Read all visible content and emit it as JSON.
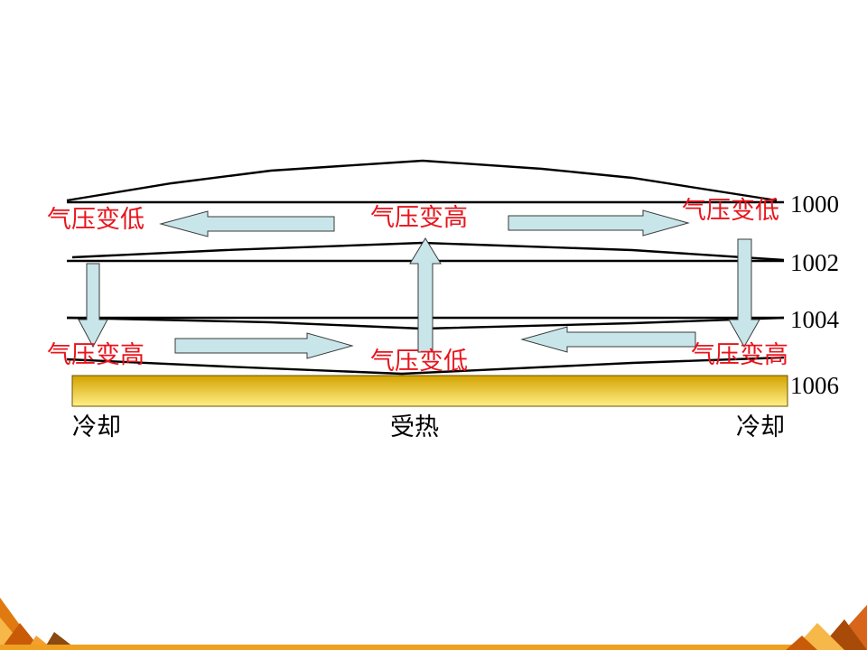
{
  "diagram": {
    "isobars": [
      "1000",
      "1002",
      "1004",
      "1006"
    ],
    "upper_labels": {
      "left": "气压变低",
      "center": "气压变高",
      "right": "气压变低"
    },
    "lower_labels": {
      "left": "气压变高",
      "center": "气压变低",
      "right": "气压变高"
    },
    "ground_labels": {
      "left": "冷却",
      "center": "受热",
      "right": "冷却"
    }
  },
  "colors": {
    "label_red": "#e8141c",
    "arrow_fill": "#c8e6ea",
    "ground_gradient_top": "#d2a200",
    "ground_gradient_bottom": "#fff088",
    "corner_orange": "#f0a020"
  }
}
